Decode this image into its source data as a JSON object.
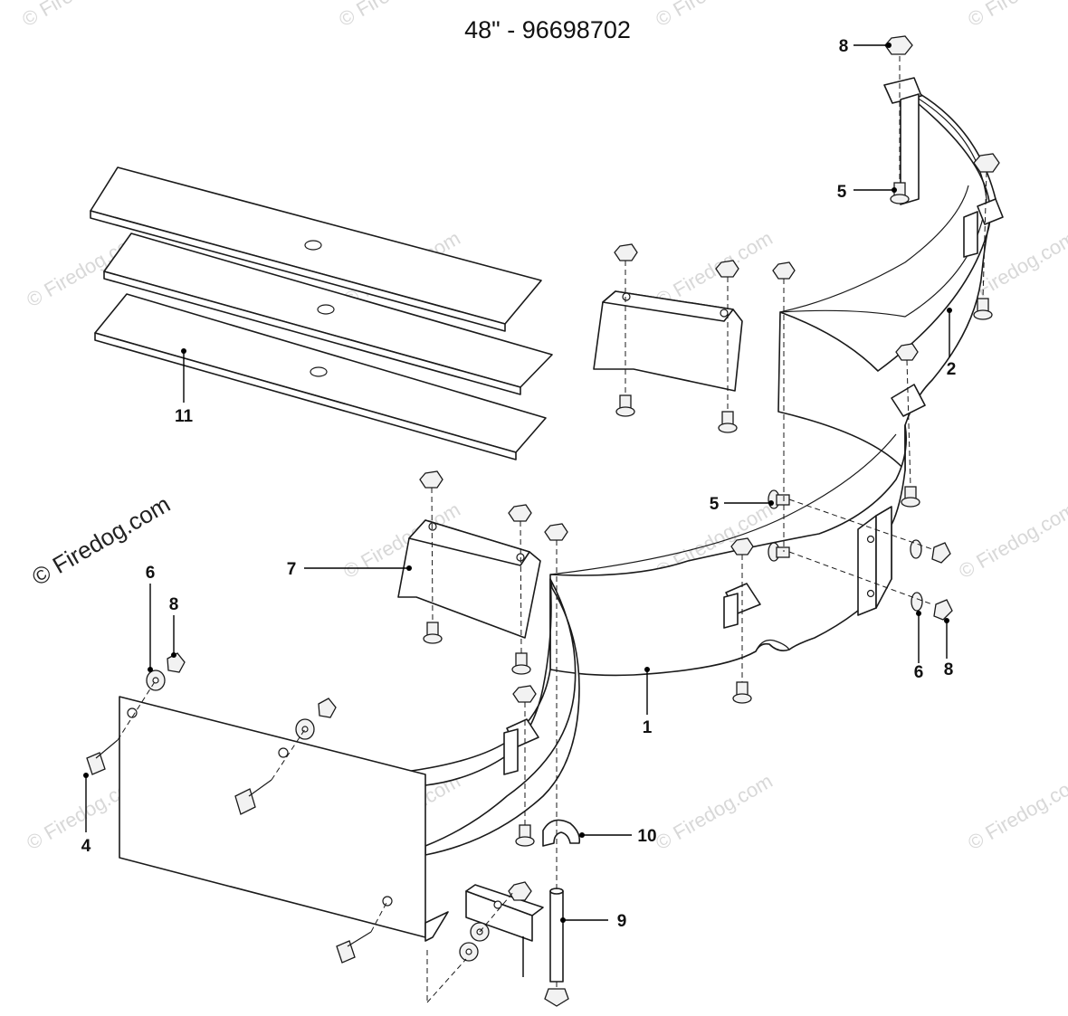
{
  "title": "48\" - 96698702",
  "credit": "© Firedog.com",
  "watermark": "© Firedog.com",
  "callouts": [
    {
      "id": "c8a",
      "label": "8"
    },
    {
      "id": "c5a",
      "label": "5"
    },
    {
      "id": "c2",
      "label": "2"
    },
    {
      "id": "c11",
      "label": "11"
    },
    {
      "id": "c5b",
      "label": "5"
    },
    {
      "id": "c7",
      "label": "7"
    },
    {
      "id": "c6a",
      "label": "6"
    },
    {
      "id": "c8b",
      "label": "8"
    },
    {
      "id": "c6b",
      "label": "6"
    },
    {
      "id": "c8c",
      "label": "8"
    },
    {
      "id": "c1",
      "label": "1"
    },
    {
      "id": "c4",
      "label": "4"
    },
    {
      "id": "c10",
      "label": "10"
    },
    {
      "id": "c9",
      "label": "9"
    }
  ]
}
